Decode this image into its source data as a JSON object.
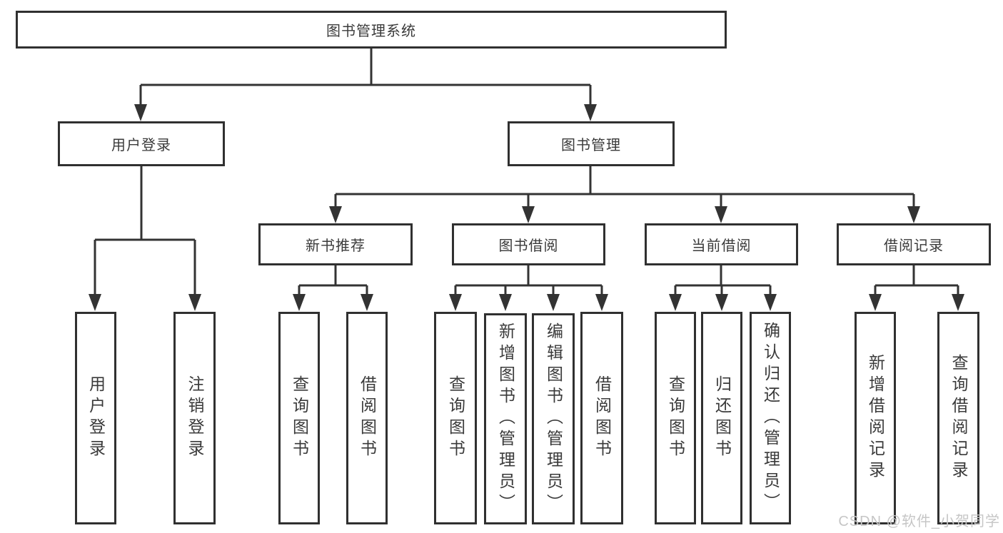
{
  "tree": {
    "root": {
      "label": "图书管理系统",
      "children": [
        {
          "label": "用户登录",
          "children": [
            {
              "label": "用户登录"
            },
            {
              "label": "注销登录"
            }
          ]
        },
        {
          "label": "图书管理",
          "children": [
            {
              "label": "新书推荐",
              "children": [
                {
                  "label": "查询图书"
                },
                {
                  "label": "借阅图书"
                }
              ]
            },
            {
              "label": "图书借阅",
              "children": [
                {
                  "label": "查询图书"
                },
                {
                  "label": "新增图书（管理员）"
                },
                {
                  "label": "编辑图书（管理员）"
                },
                {
                  "label": "借阅图书"
                }
              ]
            },
            {
              "label": "当前借阅",
              "children": [
                {
                  "label": "查询图书"
                },
                {
                  "label": "归还图书"
                },
                {
                  "label": "确认归还（管理员）"
                }
              ]
            },
            {
              "label": "借阅记录",
              "children": [
                {
                  "label": "新增借阅记录"
                },
                {
                  "label": "查询借阅记录"
                }
              ]
            }
          ]
        }
      ]
    }
  },
  "watermark": {
    "text": "CSDN @软件_小贺同学"
  },
  "colors": {
    "line": "#333333",
    "box_border": "#303030",
    "text": "#3a3a3a",
    "watermark": "#c6c6c6",
    "background": "#ffffff"
  }
}
